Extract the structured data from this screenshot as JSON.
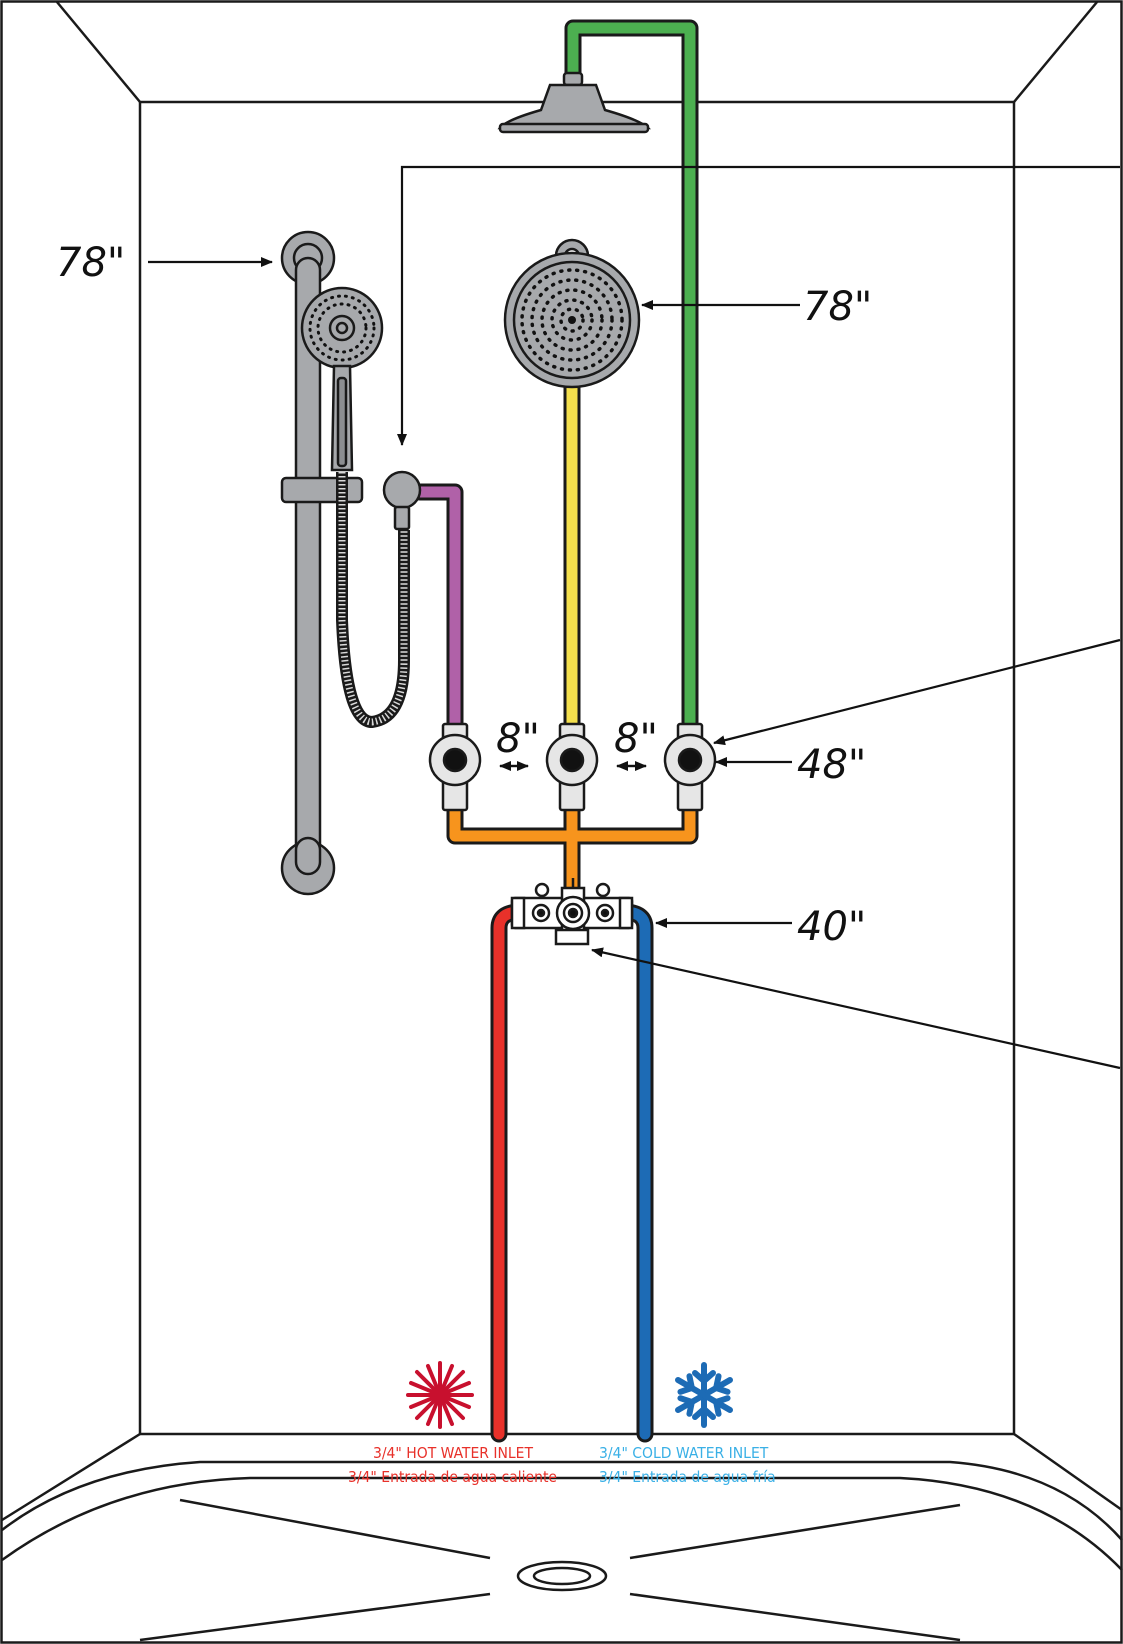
{
  "dimensions": {
    "handshower_bar_height": "78\"",
    "showerhead_height": "78\"",
    "valve_spacing_left": "8\"",
    "valve_spacing_right": "8\"",
    "diverter_valve_height": "48\"",
    "mixing_valve_height": "40\""
  },
  "inlets": {
    "hot_en": "3/4\" HOT WATER INLET",
    "hot_es": "3/4\" Entrada de agua caliente",
    "cold_en": "3/4\" COLD WATER INLET",
    "cold_es": "3/4\" Entrada de agua fría"
  },
  "colors": {
    "hot_pipe": "#e8312a",
    "cold_pipe": "#1d6bb5",
    "hot_text": "#e8312a",
    "cold_text": "#3ab0e6",
    "hot_icon": "#c8102e",
    "cold_icon": "#1d6bb5",
    "rain_head_pipe": "#4caf50",
    "showerhead_pipe": "#f4e04d",
    "handshower_pipe": "#b061a8",
    "outlet_pipe": "#f7941d",
    "fixture_gray": "#a7a9ac"
  },
  "icons": {
    "hot": "sunburst-icon",
    "cold": "snowflake-icon"
  }
}
